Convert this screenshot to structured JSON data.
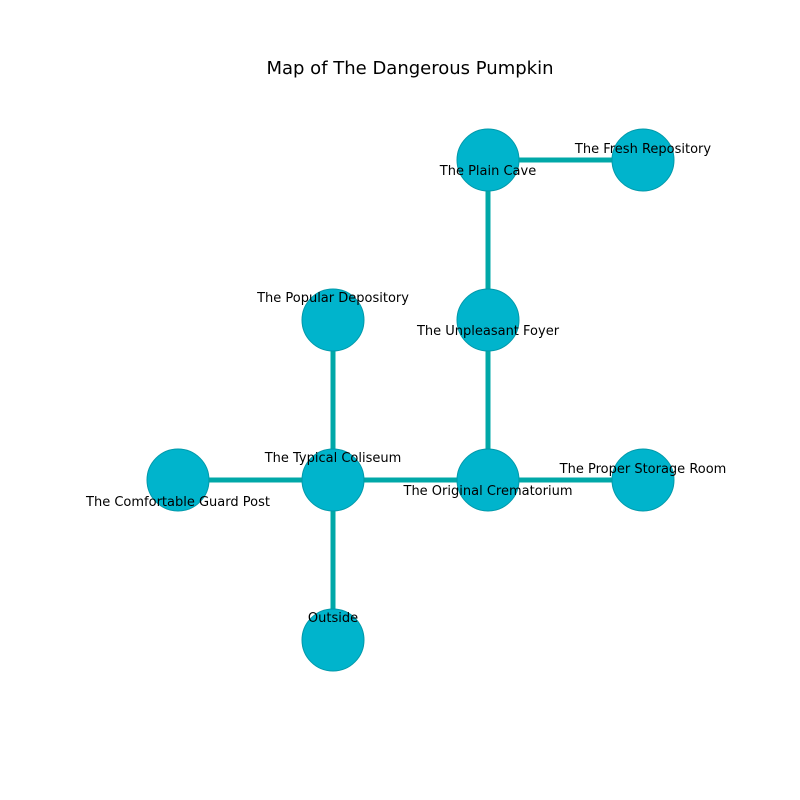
{
  "title": "Map of The Dangerous Pumpkin",
  "colors": {
    "node_fill": "#00b4cc",
    "edge": "#00a8a8",
    "node_stroke": "#0099aa"
  },
  "nodes": [
    {
      "id": "plain-cave",
      "label": "The Plain Cave"
    },
    {
      "id": "fresh-repository",
      "label": "The Fresh Repository"
    },
    {
      "id": "popular-depository",
      "label": "The Popular Depository"
    },
    {
      "id": "unpleasant-foyer",
      "label": "The Unpleasant Foyer"
    },
    {
      "id": "comfortable-guard-post",
      "label": "The Comfortable Guard Post"
    },
    {
      "id": "typical-coliseum",
      "label": "The Typical Coliseum"
    },
    {
      "id": "original-crematorium",
      "label": "The Original Crematorium"
    },
    {
      "id": "proper-storage-room",
      "label": "The Proper Storage Room"
    },
    {
      "id": "outside",
      "label": "Outside"
    }
  ],
  "edges": [
    [
      "plain-cave",
      "fresh-repository"
    ],
    [
      "plain-cave",
      "unpleasant-foyer"
    ],
    [
      "unpleasant-foyer",
      "original-crematorium"
    ],
    [
      "popular-depository",
      "typical-coliseum"
    ],
    [
      "comfortable-guard-post",
      "typical-coliseum"
    ],
    [
      "typical-coliseum",
      "original-crematorium"
    ],
    [
      "original-crematorium",
      "proper-storage-room"
    ],
    [
      "typical-coliseum",
      "outside"
    ]
  ]
}
